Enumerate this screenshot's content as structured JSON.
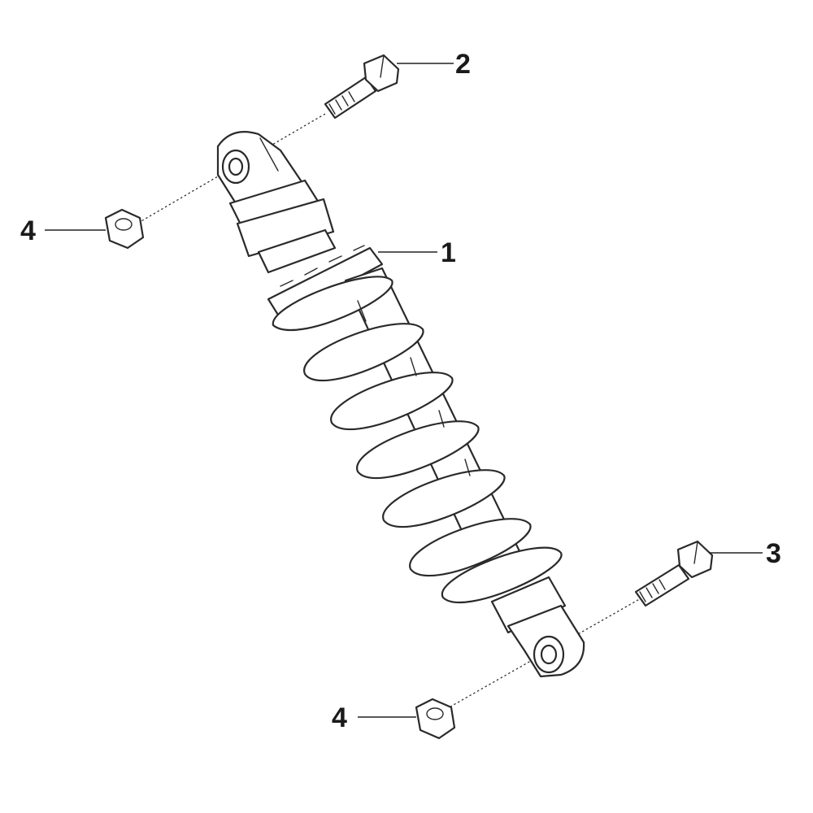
{
  "callouts": {
    "shock_absorber": "1",
    "upper_bolt": "2",
    "lower_bolt": "3",
    "upper_nut": "4",
    "lower_nut": "4"
  },
  "colors": {
    "line": "#2a2a2a",
    "background": "#ffffff"
  }
}
